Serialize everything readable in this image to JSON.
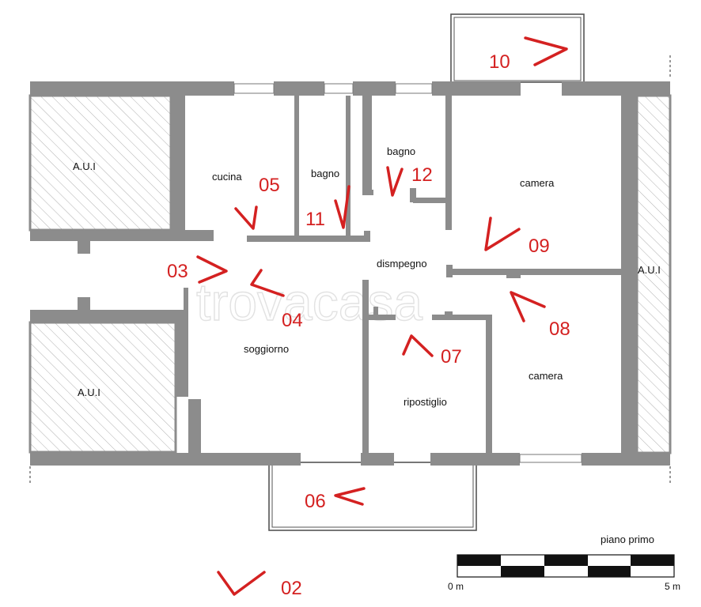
{
  "plan_title": "piano primo",
  "watermark": "trovacasa",
  "rooms": [
    {
      "id": "aui-top-left",
      "label": "A.U.I"
    },
    {
      "id": "aui-bottom-left",
      "label": "A.U.I"
    },
    {
      "id": "aui-right",
      "label": "A.U.I"
    },
    {
      "id": "cucina",
      "label": "cucina"
    },
    {
      "id": "bagno-1",
      "label": "bagno"
    },
    {
      "id": "bagno-2",
      "label": "bagno"
    },
    {
      "id": "camera-1",
      "label": "camera"
    },
    {
      "id": "dismpegno",
      "label": "dismpegno"
    },
    {
      "id": "soggiorno",
      "label": "soggiorno"
    },
    {
      "id": "ripostiglio",
      "label": "ripostiglio"
    },
    {
      "id": "camera-2",
      "label": "camera"
    }
  ],
  "photo_points": [
    {
      "id": "02",
      "label": "02"
    },
    {
      "id": "03",
      "label": "03"
    },
    {
      "id": "04",
      "label": "04"
    },
    {
      "id": "05",
      "label": "05"
    },
    {
      "id": "06",
      "label": "06"
    },
    {
      "id": "07",
      "label": "07"
    },
    {
      "id": "08",
      "label": "08"
    },
    {
      "id": "09",
      "label": "09"
    },
    {
      "id": "10",
      "label": "10"
    },
    {
      "id": "11",
      "label": "11"
    },
    {
      "id": "12",
      "label": "12"
    }
  ],
  "scale_bar": {
    "start_label": "0 m",
    "end_label": "5 m"
  },
  "colors": {
    "wall": "#8c8c8c",
    "marker": "#d42121",
    "text": "#111111"
  }
}
